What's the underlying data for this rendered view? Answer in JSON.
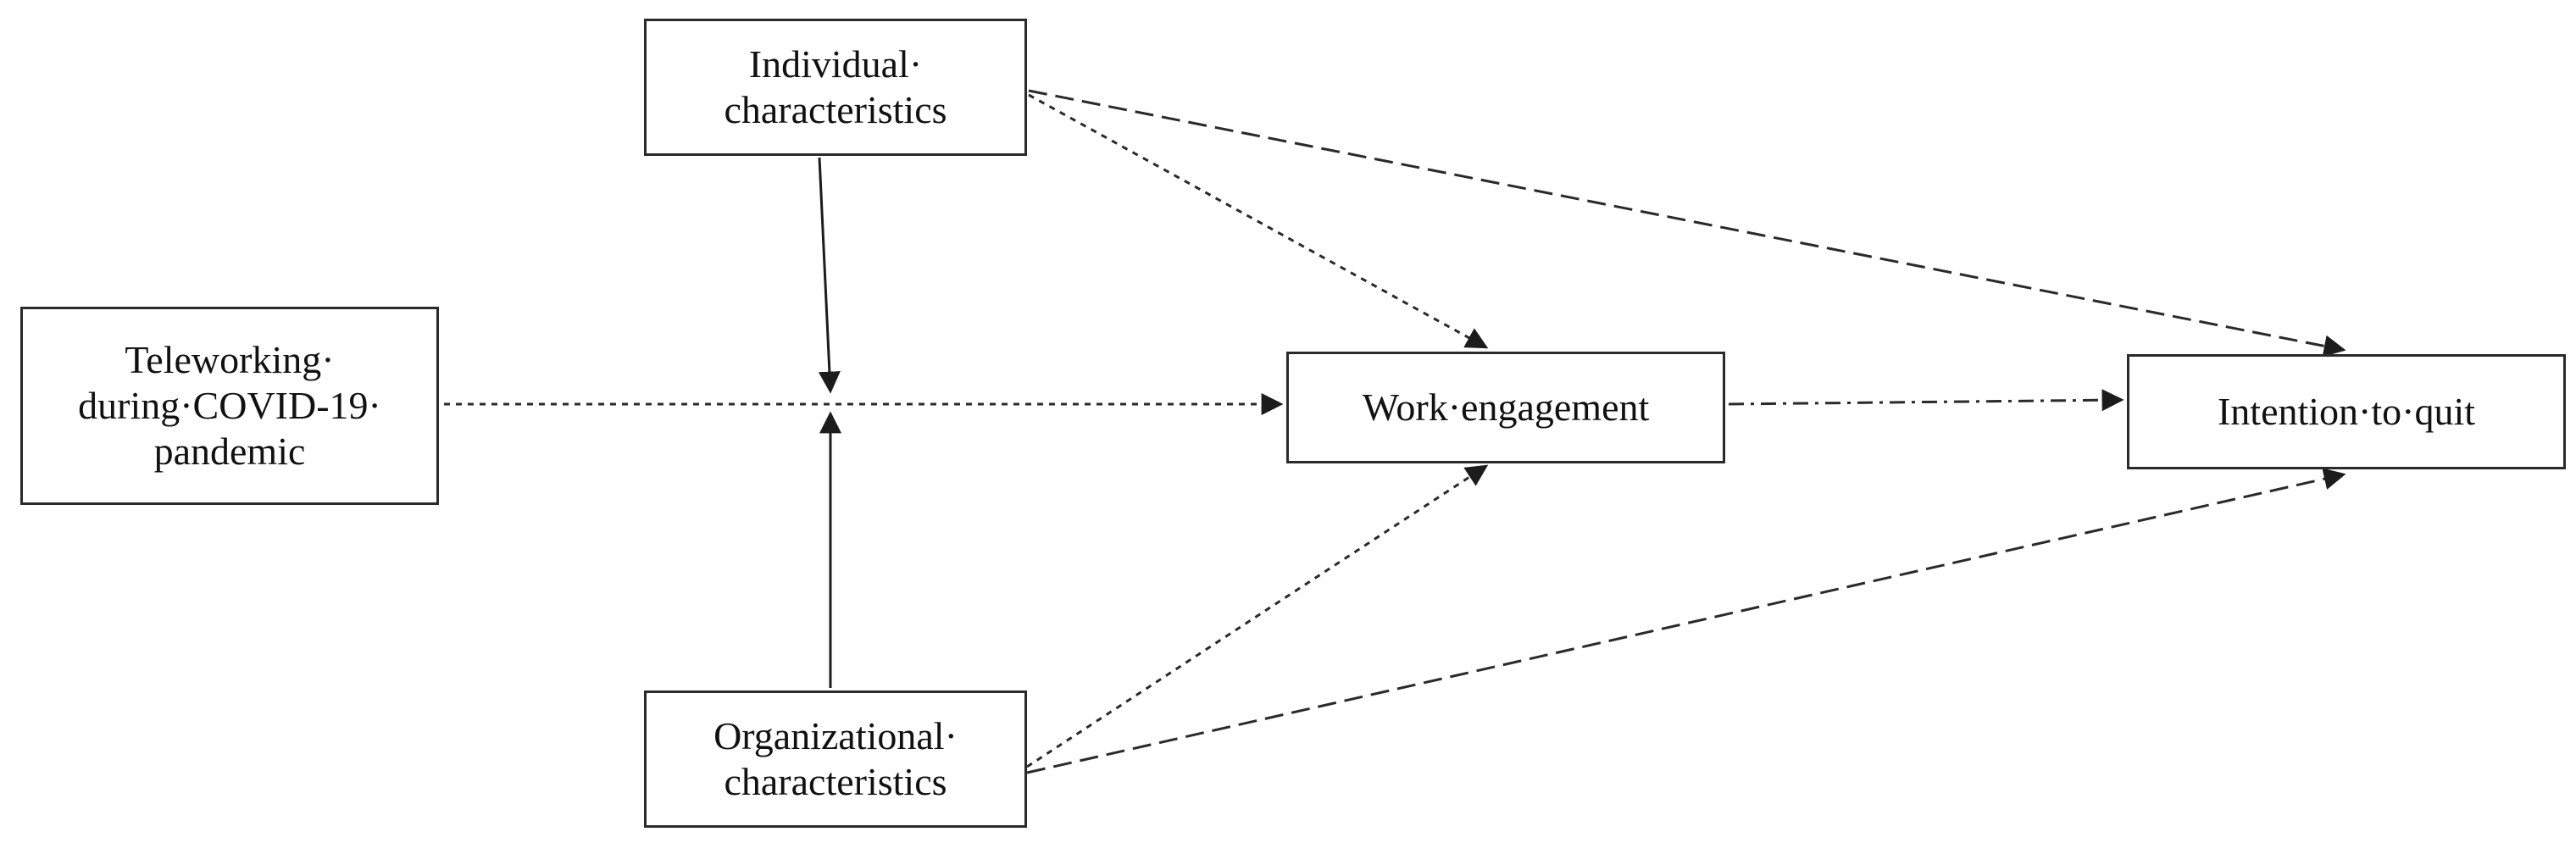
{
  "diagram": {
    "nodes": {
      "teleworking": {
        "label": "Teleworking·\nduring·COVID-19·\npandemic"
      },
      "individual": {
        "label": "Individual·\ncharacteristics"
      },
      "organizational": {
        "label": "Organizational·\ncharacteristics"
      },
      "work_engagement": {
        "label": "Work·engagement"
      },
      "intention_to_quit": {
        "label": "Intention·to·quit"
      }
    },
    "edges": [
      {
        "from": "teleworking",
        "to": "work_engagement",
        "style": "dotted"
      },
      {
        "from": "individual",
        "to": "teleworking_path",
        "style": "solid"
      },
      {
        "from": "organizational",
        "to": "teleworking_path",
        "style": "solid"
      },
      {
        "from": "individual",
        "to": "work_engagement",
        "style": "dotted"
      },
      {
        "from": "organizational",
        "to": "work_engagement",
        "style": "dotted"
      },
      {
        "from": "individual",
        "to": "intention_to_quit",
        "style": "dashed"
      },
      {
        "from": "organizational",
        "to": "intention_to_quit",
        "style": "dashed"
      },
      {
        "from": "work_engagement",
        "to": "intention_to_quit",
        "style": "dash-dot"
      }
    ],
    "colors": {
      "line": "#2a2a2a",
      "text": "#111111",
      "background": "#ffffff"
    }
  }
}
